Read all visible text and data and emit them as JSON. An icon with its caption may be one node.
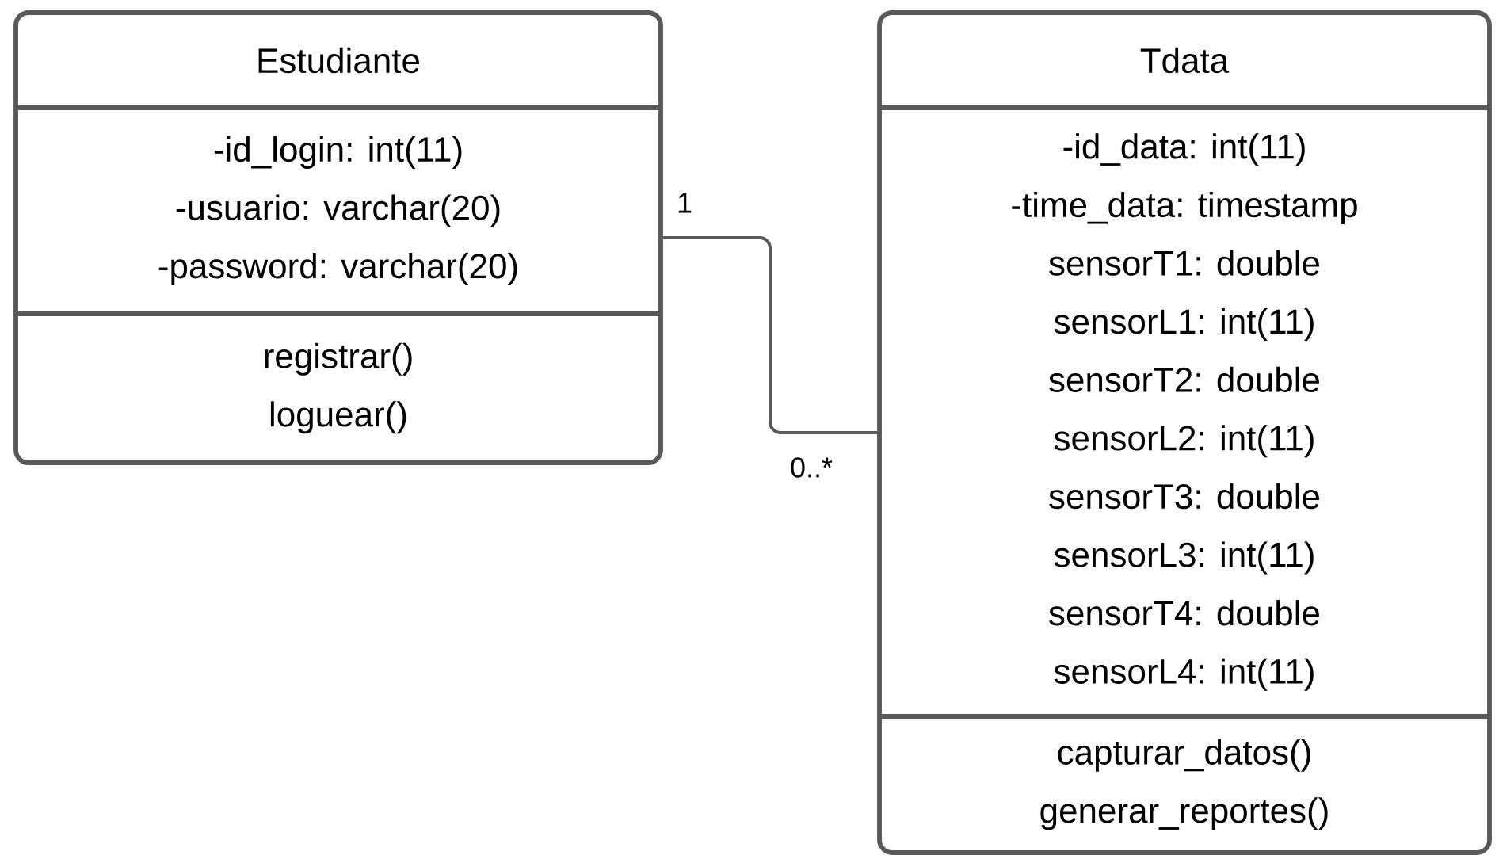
{
  "diagram": {
    "nodes": [
      {
        "text": [
          "Estudiante"
        ]
      },
      {
        "text": [
          "-id_login: int(11)",
          "-usuario: varchar(20)",
          "-password: varchar(20)"
        ],
        "in": 0
      },
      {
        "text": [
          "registrar()",
          "loguear()"
        ],
        "in": 0
      },
      {
        "text": [
          "Tdata"
        ]
      },
      {
        "text": [
          "-id_data: int(11)",
          "-time_data: timestamp",
          "sensorT1: double",
          "sensorL1: int(11)",
          "sensorT2: double",
          "sensorL2: int(11)",
          "sensorT3: double",
          "sensorL3: int(11)",
          "sensorT4: double",
          "sensorL4: int(11)"
        ],
        "in": 3
      },
      {
        "text": [
          "capturar_datos()",
          "generar_reportes()"
        ],
        "in": 3
      }
    ],
    "edges": [
      {
        "from": 0,
        "to": 3,
        "arrow": "none"
      }
    ],
    "labels": [
      "1",
      "0..*"
    ]
  }
}
